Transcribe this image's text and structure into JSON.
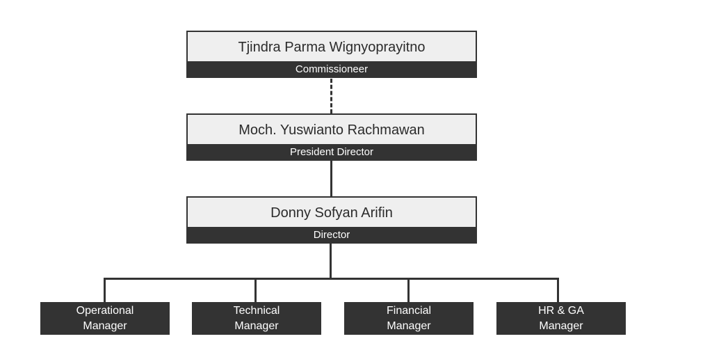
{
  "org": {
    "commissioner": {
      "name": "Tjindra Parma Wignyoprayitno",
      "role": "Commissioneer"
    },
    "president_director": {
      "name": "Moch. Yuswianto Rachmawan",
      "role": "President Director"
    },
    "director": {
      "name": "Donny Sofyan Arifin",
      "role": "Director"
    },
    "managers": [
      {
        "label": "Operational\nManager"
      },
      {
        "label": "Technical\nManager"
      },
      {
        "label": "Financial\nManager"
      },
      {
        "label": "HR & GA\nManager"
      }
    ]
  },
  "colors": {
    "box_fill": "#efefef",
    "dark": "#333333",
    "text_light": "#ffffff"
  }
}
